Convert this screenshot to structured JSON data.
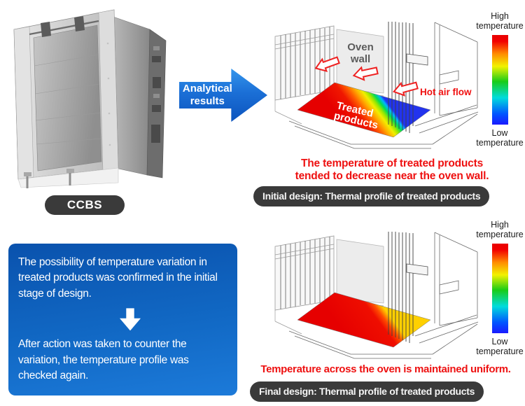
{
  "machine": {
    "badge_label": "CCBS"
  },
  "analytical_arrow": {
    "label": "Analytical results"
  },
  "colorbar": {
    "high_label": "High temperature",
    "low_label": "Low temperature"
  },
  "initial_sim": {
    "oven_wall_line1": "Oven",
    "oven_wall_line2": "wall",
    "hot_air_flow_label": "Hot air flow",
    "treated_line1": "Treated",
    "treated_line2": "products",
    "caption_line1": "The temperature of treated products",
    "caption_line2": "tended to decrease near the oven wall.",
    "badge": "Initial design: Thermal profile of treated products"
  },
  "final_sim": {
    "caption": "Temperature across the oven is maintained uniform.",
    "badge": "Final design: Thermal profile of treated products"
  },
  "note_box": {
    "para1": "The possibility of temperature variation in treated products was confirmed in the initial stage of design.",
    "para2": "After action was taken to counter the variation, the temperature profile was checked again."
  },
  "colors": {
    "accent_blue": "#0c54be",
    "note_box_blue": "#1168c4",
    "alert_red": "#ee1111",
    "badge_dark": "#3a3a3a",
    "thermal_scale_high_to_low": [
      "#e80000",
      "#ff8c00",
      "#f2f200",
      "#18cc18",
      "#00dcdc",
      "#1a1aff"
    ]
  }
}
